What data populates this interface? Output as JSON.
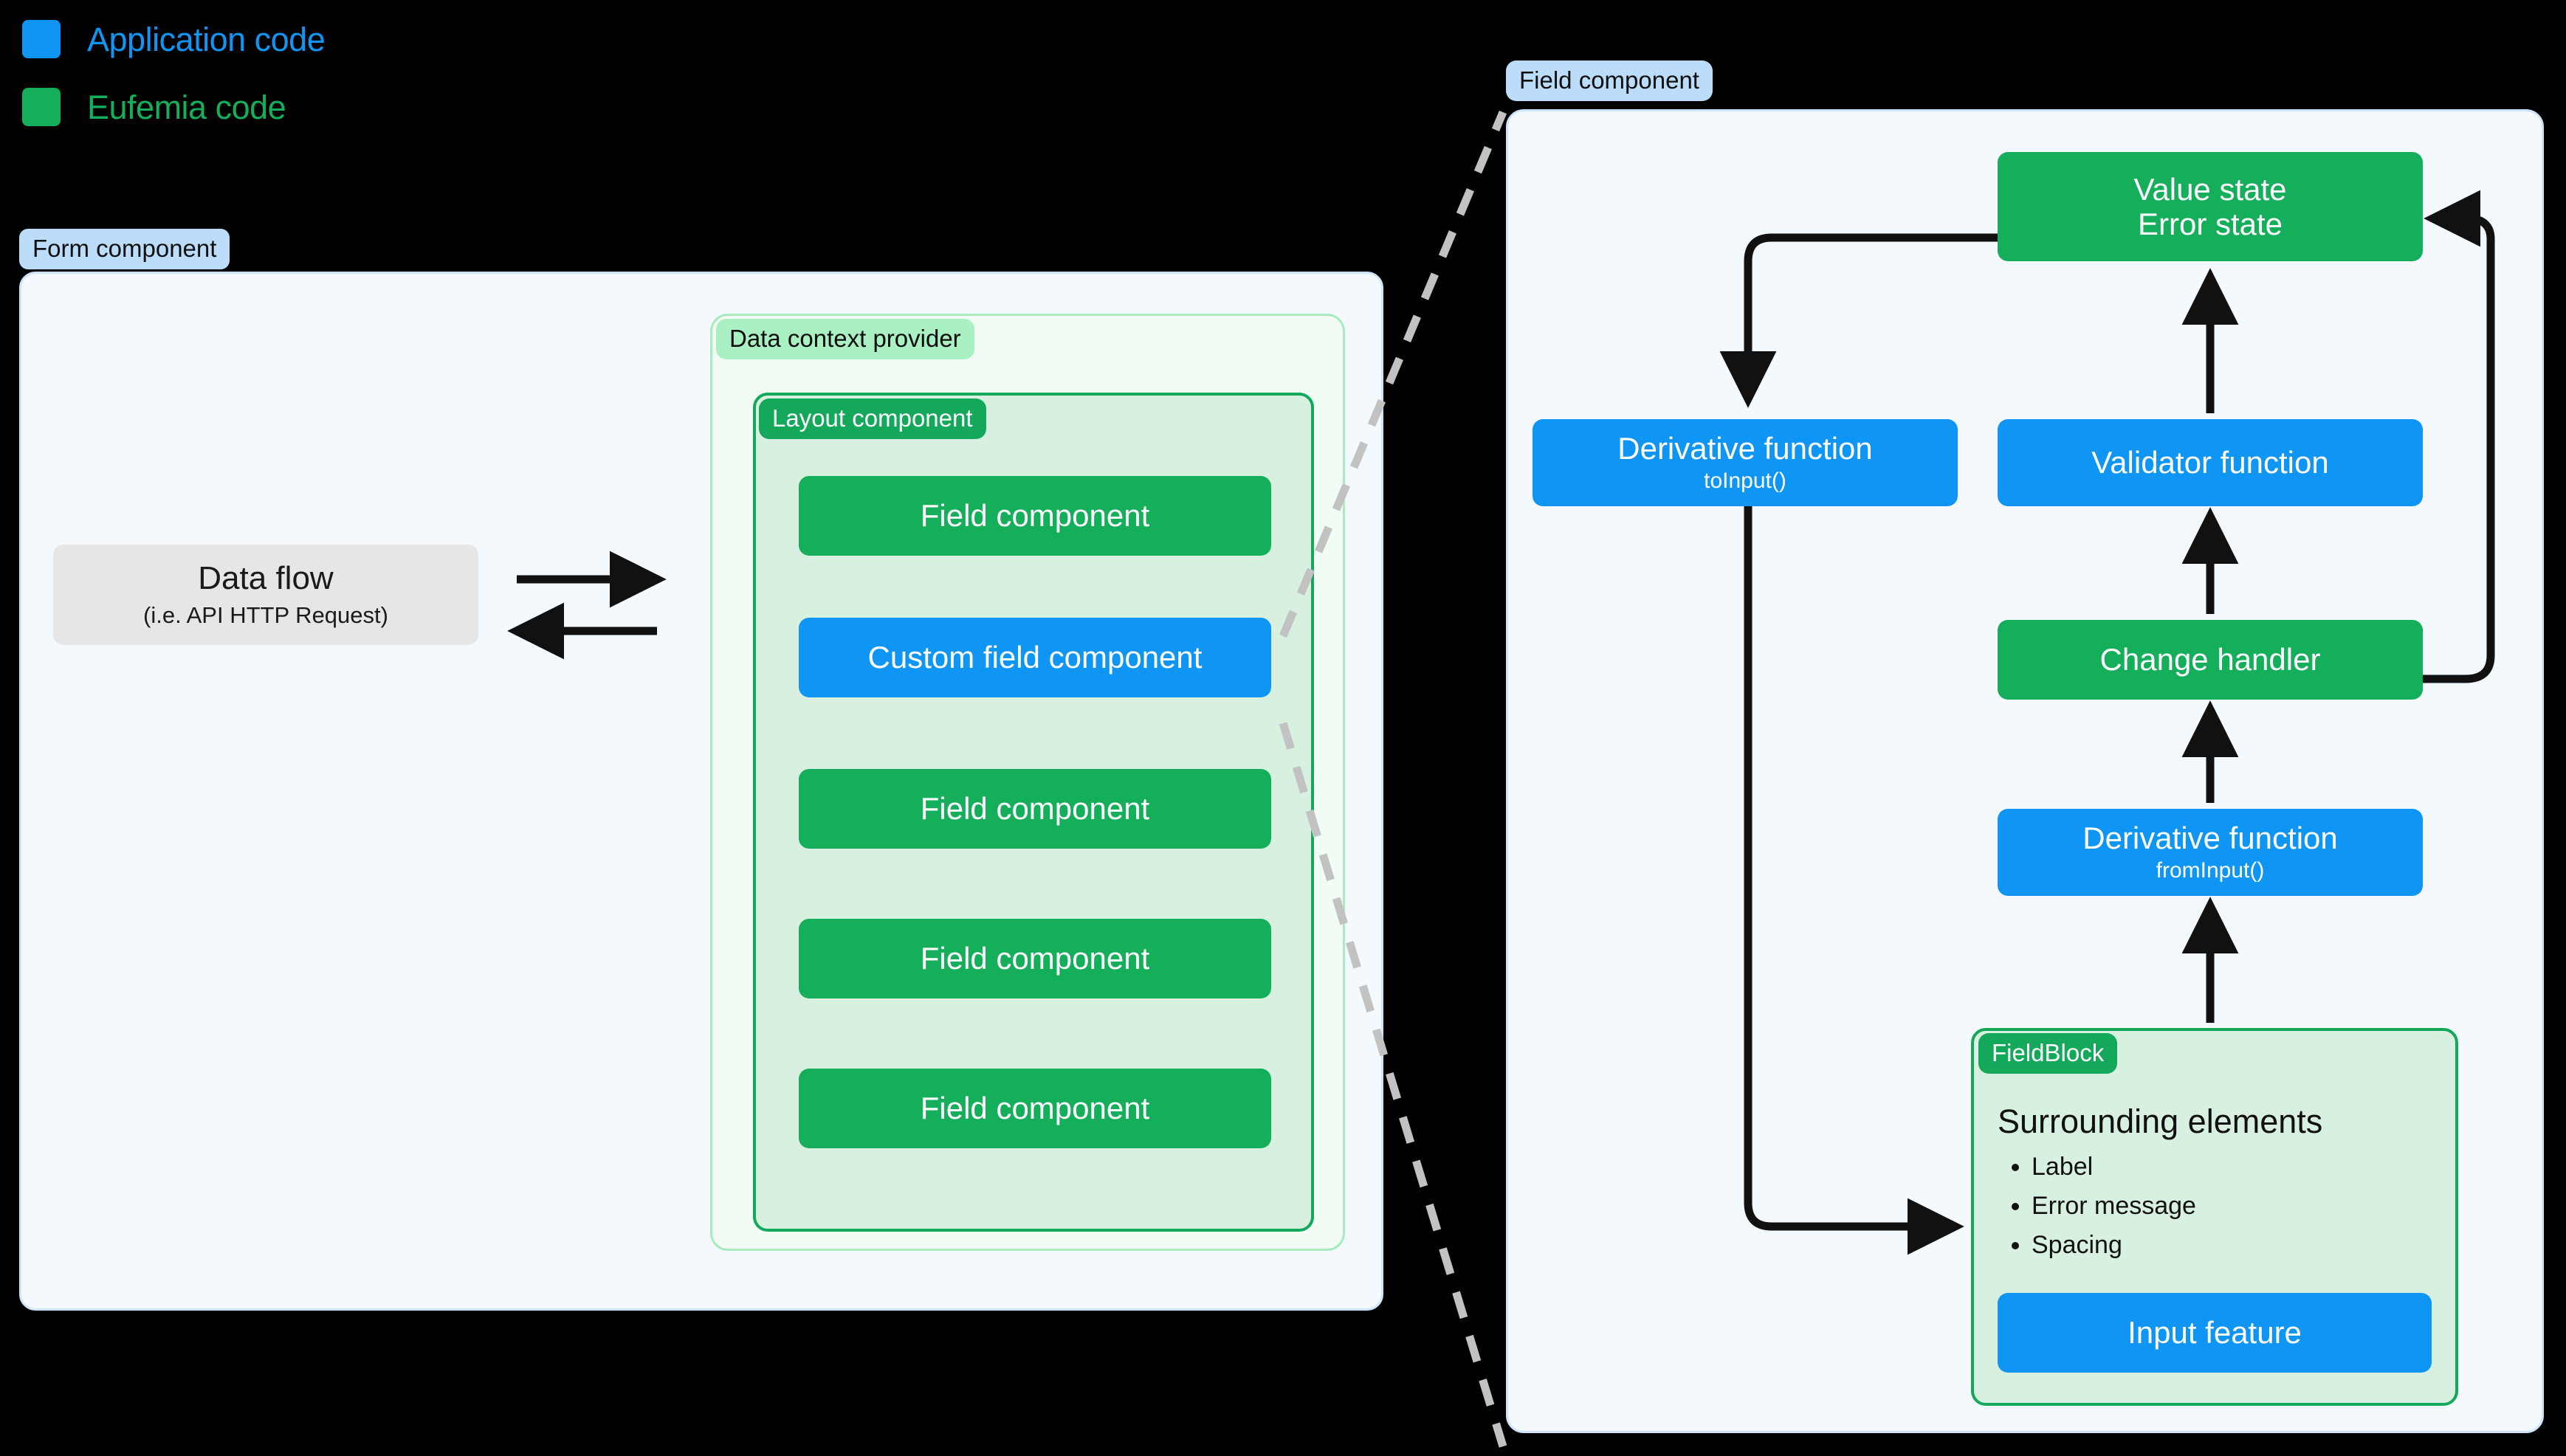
{
  "legend": {
    "items": [
      {
        "label": "Application code",
        "color": "#0F96F4",
        "swatch_icon": "blue-square-swatch"
      },
      {
        "label": "Eufemia code",
        "color": "#15AF5B",
        "swatch_icon": "green-square-swatch"
      }
    ]
  },
  "form_panel": {
    "tag": "Form component",
    "data_flow": {
      "title": "Data flow",
      "subtitle": "(i.e. API HTTP Request)"
    },
    "arrows": {
      "outgoing": "arrow-right",
      "incoming": "arrow-left"
    },
    "data_context_provider": {
      "tag": "Data context provider",
      "layout_component": {
        "tag": "Layout component",
        "children": [
          {
            "label": "Field component",
            "kind": "eufemia"
          },
          {
            "label": "Custom field component",
            "kind": "application"
          },
          {
            "label": "Field component",
            "kind": "eufemia"
          },
          {
            "label": "Field component",
            "kind": "eufemia"
          },
          {
            "label": "Field component",
            "kind": "eufemia"
          }
        ]
      }
    }
  },
  "field_panel": {
    "tag": "Field component",
    "nodes": {
      "value_state": {
        "line1": "Value state",
        "line2": "Error state",
        "kind": "eufemia"
      },
      "to_input": {
        "title": "Derivative function",
        "subtitle": "toInput()",
        "kind": "application"
      },
      "validator": {
        "title": "Validator function",
        "kind": "application"
      },
      "change_handler": {
        "title": "Change handler",
        "kind": "eufemia"
      },
      "from_input": {
        "title": "Derivative function",
        "subtitle": "fromInput()",
        "kind": "application"
      },
      "input_feature": {
        "title": "Input feature",
        "kind": "application"
      }
    },
    "field_block": {
      "tag": "FieldBlock",
      "heading": "Surrounding elements",
      "items": [
        "Label",
        "Error message",
        "Spacing"
      ]
    }
  },
  "colors": {
    "application_code": "#0F96F4",
    "eufemia_code": "#15AF5B",
    "panel_blue_bg": "#F4F9FE",
    "panel_blue_tag": "#BBDDF9",
    "panel_green_bg": "#F1FCF4",
    "panel_green_tag": "#A9F0C3",
    "layout_bg": "#D8F0E0",
    "layout_border": "#14A85B",
    "data_flow_bg": "#E6E6E6",
    "connector": "#111111",
    "dashed_connector": "#C2C2C2",
    "canvas": "#000000"
  }
}
